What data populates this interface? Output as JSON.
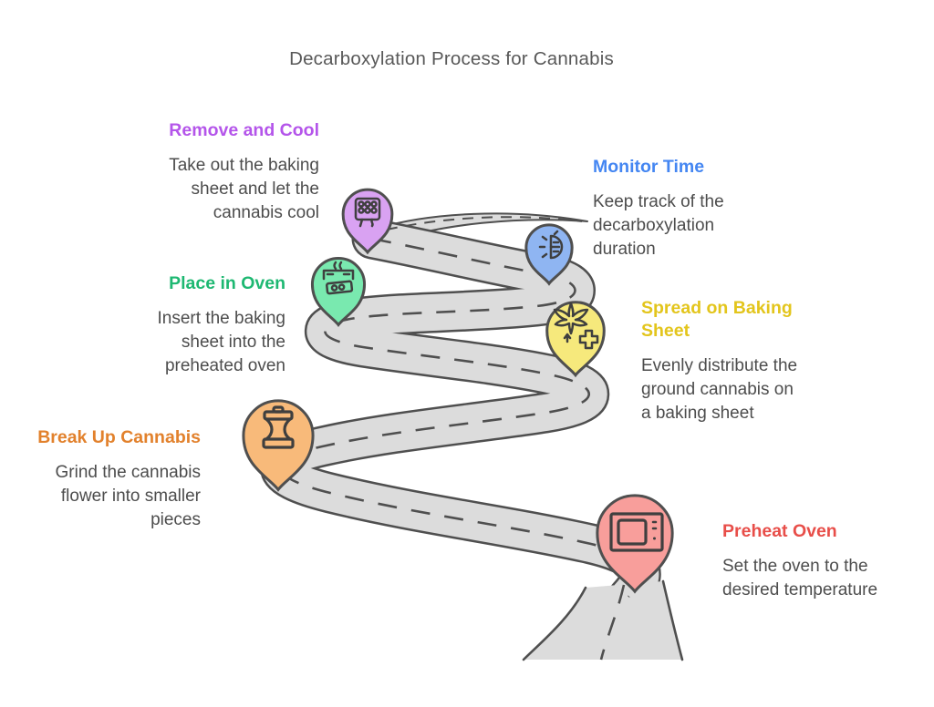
{
  "title": "Decarboxylation Process for Cannabis",
  "road": {
    "fill_color": "#dcdcdc",
    "outline_color": "#4f4f4f"
  },
  "steps": [
    {
      "name": "Preheat Oven",
      "description": "Set the oven to the desired temperature",
      "heading_color": "#e84e49",
      "pin_color": "#f89e9b",
      "icon": "oven-icon"
    },
    {
      "name": "Break Up Cannabis",
      "description": "Grind the cannabis flower into smaller pieces",
      "heading_color": "#e2812c",
      "pin_color": "#f8ba7a",
      "icon": "grinder-icon"
    },
    {
      "name": "Spread on Baking Sheet",
      "description": "Evenly distribute the ground cannabis on a baking sheet",
      "heading_color": "#e3c51c",
      "pin_color": "#f6e97c",
      "icon": "cannabis-leaf-icon"
    },
    {
      "name": "Place in Oven",
      "description": "Insert the baking sheet into the preheated oven",
      "heading_color": "#1eb872",
      "pin_color": "#79e9af",
      "icon": "oven-insert-icon"
    },
    {
      "name": "Monitor Time",
      "description": "Keep track of the decarboxylation duration",
      "heading_color": "#4486f2",
      "pin_color": "#8fb5f2",
      "icon": "timer-icon"
    },
    {
      "name": "Remove and Cool",
      "description": "Take out the baking sheet and let the cannabis cool",
      "heading_color": "#b455ea",
      "pin_color": "#d9a2f2",
      "icon": "cooling-rack-icon"
    }
  ]
}
